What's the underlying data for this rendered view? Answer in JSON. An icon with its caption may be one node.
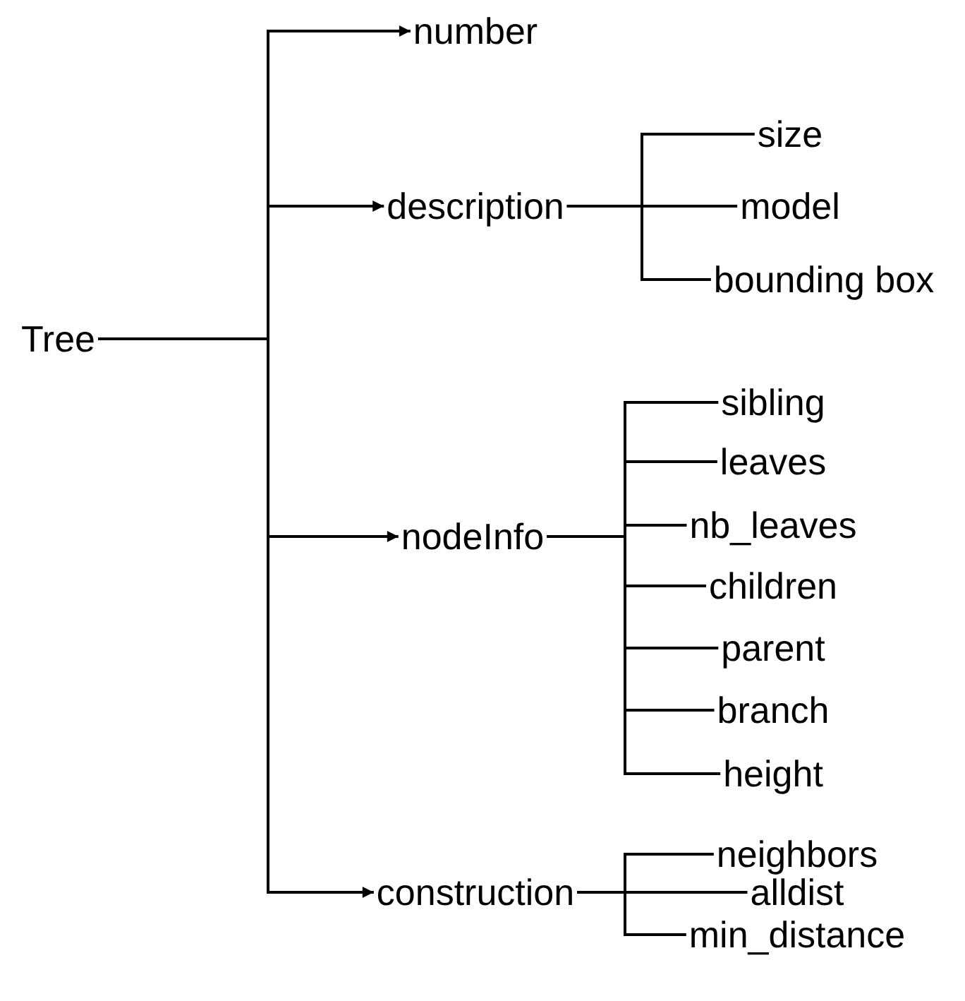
{
  "diagram": {
    "nodes": [
      {
        "text": [
          "Tree"
        ]
      },
      {
        "text": [
          "number"
        ]
      },
      {
        "text": [
          "description"
        ]
      },
      {
        "text": [
          "size"
        ]
      },
      {
        "text": [
          "model"
        ]
      },
      {
        "text": [
          "bounding box"
        ]
      },
      {
        "text": [
          "nodeInfo"
        ]
      },
      {
        "text": [
          "sibling"
        ]
      },
      {
        "text": [
          "leaves"
        ]
      },
      {
        "text": [
          "nb_leaves"
        ]
      },
      {
        "text": [
          "children"
        ]
      },
      {
        "text": [
          "parent"
        ]
      },
      {
        "text": [
          "branch"
        ]
      },
      {
        "text": [
          "height"
        ]
      },
      {
        "text": [
          "construction"
        ]
      },
      {
        "text": [
          "neighbors"
        ]
      },
      {
        "text": [
          "alldist"
        ]
      },
      {
        "text": [
          "min_distance"
        ]
      }
    ],
    "edges": [
      {
        "from": 0,
        "to": 1,
        "arrow": "to"
      },
      {
        "from": 0,
        "to": 2,
        "arrow": "to"
      },
      {
        "from": 0,
        "to": 6,
        "arrow": "to"
      },
      {
        "from": 0,
        "to": 14,
        "arrow": "to"
      },
      {
        "from": 2,
        "to": 3,
        "arrow": "none"
      },
      {
        "from": 2,
        "to": 4,
        "arrow": "none"
      },
      {
        "from": 2,
        "to": 5,
        "arrow": "none"
      },
      {
        "from": 6,
        "to": 7,
        "arrow": "none"
      },
      {
        "from": 6,
        "to": 8,
        "arrow": "none"
      },
      {
        "from": 6,
        "to": 9,
        "arrow": "none"
      },
      {
        "from": 6,
        "to": 10,
        "arrow": "none"
      },
      {
        "from": 6,
        "to": 11,
        "arrow": "none"
      },
      {
        "from": 6,
        "to": 12,
        "arrow": "none"
      },
      {
        "from": 6,
        "to": 13,
        "arrow": "none"
      },
      {
        "from": 14,
        "to": 15,
        "arrow": "none"
      },
      {
        "from": 14,
        "to": 16,
        "arrow": "none"
      },
      {
        "from": 14,
        "to": 17,
        "arrow": "none"
      }
    ]
  }
}
